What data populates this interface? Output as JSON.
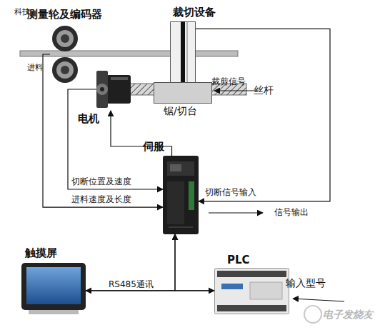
{
  "diagram": {
    "nodes": [
      {
        "text": [
          "测量轮及编码器"
        ]
      },
      {
        "text": [
          "裁切设备"
        ]
      },
      {
        "text": [
          "锯/切台"
        ]
      },
      {
        "text": [
          "电机"
        ]
      },
      {
        "text": [
          "伺服"
        ]
      },
      {
        "text": [
          "触摸屏"
        ]
      },
      {
        "text": [
          "PLC"
        ]
      }
    ],
    "edges": [
      {
        "from": 4,
        "to": 3,
        "arrow": "to"
      },
      {
        "from": 0,
        "to": 4,
        "label": "进料速度及长度",
        "arrow": "to"
      },
      {
        "from": 3,
        "to": 4,
        "label": "切断位置及速度",
        "arrow": "to"
      },
      {
        "from": 1,
        "to": 4,
        "label": "切断信号输入",
        "arrow": "to"
      },
      {
        "from": 5,
        "to": 6,
        "label": "RS485通讯",
        "arrow": "both"
      },
      {
        "from": 5,
        "to": 4,
        "arrow": "to"
      },
      {
        "from": 6,
        "to": 4,
        "arrow": "to"
      }
    ],
    "labels": [
      "科技",
      "进料",
      "裁剪信号",
      "丝杆",
      "信号输出",
      "输入型号",
      "电子发烧友"
    ]
  }
}
